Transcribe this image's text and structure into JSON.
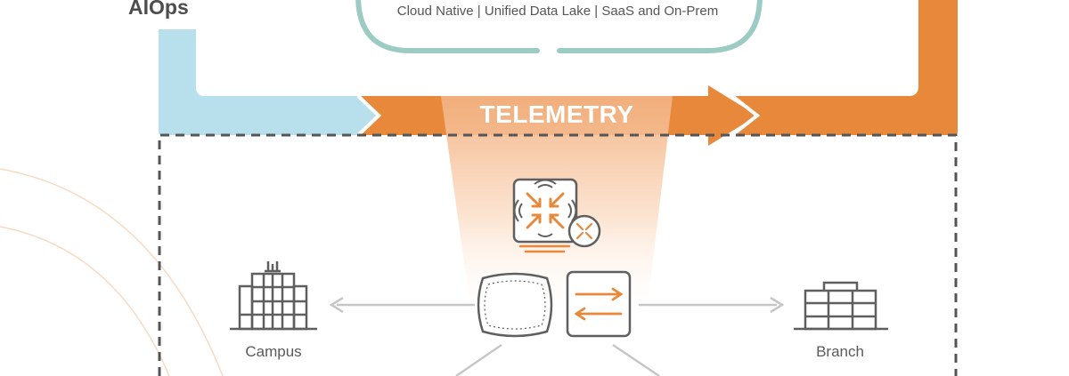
{
  "header": {
    "aiops_label": "AIOps"
  },
  "cloud": {
    "features_text": "Cloud Native | Unified Data Lake | SaaS and On-Prem"
  },
  "flow": {
    "telemetry_label": "TELEMETRY"
  },
  "sites": {
    "campus_label": "Campus",
    "branch_label": "Branch"
  },
  "colors": {
    "telemetry_orange": "#e8883a",
    "aiops_blue": "#b7dfec",
    "cloud_outline": "#9ccbc3",
    "dashed_border": "#555555",
    "icon_gray": "#5f5f5f",
    "icon_orange": "#e8883a",
    "connector_gray": "#c6c6c6",
    "label_gray": "#5a5a5a"
  },
  "icons": {
    "campus": "campus-building-icon",
    "branch": "branch-building-icon",
    "gateway": "gateway-icon",
    "access_point": "access-point-icon",
    "switch": "switch-icon"
  }
}
